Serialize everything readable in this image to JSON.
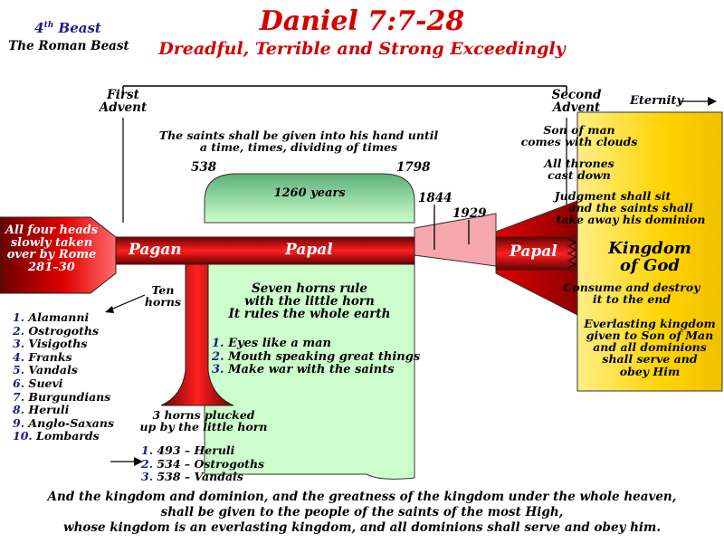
{
  "header": {
    "beast": "Beast",
    "beast_num": "4",
    "beast_sup": "th",
    "beast_name": "The Roman Beast",
    "title": "Daniel 7:7-28",
    "subtitle": "Dreadful, Terrible and Strong Exceedingly"
  },
  "timeline": {
    "first_advent_1": "First",
    "first_advent_2": "Advent",
    "second_advent_1": "Second",
    "second_advent_2": "Advent",
    "eternity": "Eternity"
  },
  "saints_line1": "The saints shall be given into his hand until",
  "saints_line2": "a time, times, dividing of times",
  "years": {
    "y538": "538",
    "y1798": "1798",
    "y1844": "1844",
    "y1929": "1929",
    "span": "1260 years"
  },
  "left_box": [
    "All four heads",
    "slowly taken",
    "over by Rome",
    "281–30"
  ],
  "bar": {
    "pagan": "Pagan",
    "papal": "Papal",
    "papal2": "Papal"
  },
  "ten_horns": [
    "Ten",
    "horns"
  ],
  "kingdoms": [
    {
      "n": "1.",
      "name": "Alamanni"
    },
    {
      "n": "2.",
      "name": "Ostrogoths"
    },
    {
      "n": "3.",
      "name": "Visigoths"
    },
    {
      "n": "4.",
      "name": "Franks"
    },
    {
      "n": "5.",
      "name": "Vandals"
    },
    {
      "n": "6.",
      "name": "Suevi"
    },
    {
      "n": "7.",
      "name": "Burgundians"
    },
    {
      "n": "8.",
      "name": "Heruli"
    },
    {
      "n": "9.",
      "name": "Anglo-Saxans"
    },
    {
      "n": "10.",
      "name": "Lombards"
    }
  ],
  "seven_horns": [
    "Seven horns rule",
    "with the little horn",
    "It rules the whole earth"
  ],
  "traits": [
    {
      "n": "1.",
      "text": "Eyes like a man"
    },
    {
      "n": "2.",
      "text": "Mouth speaking great things"
    },
    {
      "n": "3.",
      "text": "Make war with the saints"
    }
  ],
  "plucked": [
    "3 horns plucked",
    "up by the little horn"
  ],
  "plucked_list": [
    {
      "n": "1.",
      "text": "493 – Heruli"
    },
    {
      "n": "2.",
      "text": "534 – Ostrogoths"
    },
    {
      "n": "3.",
      "text": "538 – Vandals"
    }
  ],
  "right": {
    "son_of_man": [
      "Son of man",
      "comes with clouds"
    ],
    "thrones": [
      "All thrones",
      "cast down"
    ],
    "judgment": [
      "Judgment shall sit",
      "and the saints shall",
      "take away his dominion"
    ],
    "kingdom": [
      "Kingdom",
      "of God"
    ],
    "consume": [
      "Consume and destroy",
      "it to the end"
    ],
    "everlasting": [
      "Everlasting kingdom",
      "given to Son of Man",
      "and all dominions",
      "shall serve and",
      "obey Him"
    ]
  },
  "footer": [
    "And the kingdom and dominion, and the greatness of the kingdom under the whole heaven,",
    "shall be given to the people of the saints of the most High,",
    "whose kingdom is an everlasting kingdom, and all dominions shall serve and obey him."
  ],
  "colors": {
    "red_dark": "#8b0000",
    "red_bright": "#ff2a2a",
    "green_light": "#ccffcc",
    "green_dark": "#6fbf7f",
    "gold": "#ffd400",
    "pink": "#f7a7ae",
    "title_red": "#d40000",
    "navy": "#1a1a8c"
  }
}
